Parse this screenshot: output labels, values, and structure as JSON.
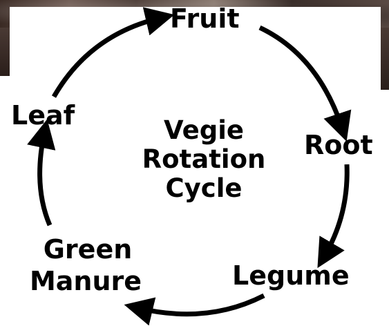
{
  "diagram": {
    "title_lines": [
      "Vegie",
      "Rotation",
      "Cycle"
    ],
    "stages": {
      "fruit": "Fruit",
      "root": "Root",
      "legume": "Legume",
      "green_manure_line1": "Green",
      "green_manure_line2": "Manure",
      "leaf": "Leaf"
    }
  },
  "colors": {
    "arrows": "#000000",
    "text": "#000000",
    "background": "#ffffff"
  }
}
